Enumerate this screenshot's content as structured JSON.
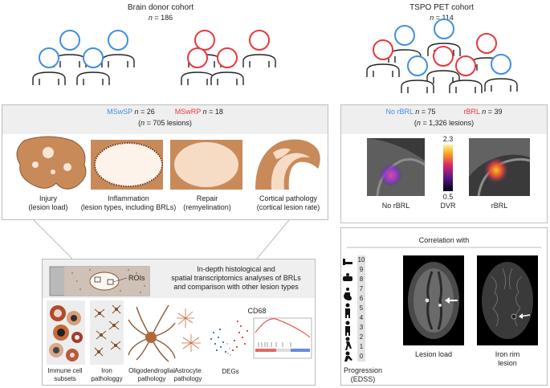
{
  "left_cohort": {
    "title": "Brain donor cohort",
    "n_label": "n",
    "n_value": " = 186"
  },
  "right_cohort": {
    "title": "TSPO PET cohort",
    "n_label": "n",
    "n_value": " = 114"
  },
  "left_panel": {
    "group1": "MSwSP",
    "group1_n": " = 26",
    "group2": "MSwRP",
    "group2_n": " = 18",
    "n_label": "n",
    "lesions_open": "(",
    "lesions_rest": " = 705 lesions)",
    "cards": [
      {
        "line1": "Injury",
        "line2": "(lesion load)"
      },
      {
        "line1": "Inflammation",
        "line2": "(lesion types, including BRLs)"
      },
      {
        "line1": "Repair",
        "line2": "(remyelination)"
      },
      {
        "line1": "Cortical pathology",
        "line2": "(cortical lesion rate)"
      }
    ]
  },
  "right_panel": {
    "group1": "No rBRL",
    "group1_n": " = 75",
    "group2": "rBRL",
    "group2_n": " = 39",
    "n_label": "n",
    "lesions_open": "(",
    "lesions_rest": " = 1,326 lesions)",
    "scale_max": "2.3",
    "scale_min": "0.5",
    "scale_label": "DVR",
    "img1_label": "No rBRL",
    "img2_label": "rBRL"
  },
  "bottom_left": {
    "rois_label": "ROIs",
    "desc_line1": "In-depth histological and",
    "desc_line2": "spatial transcriptomics analyses of BRLs",
    "desc_line3": "and comparison with other lesion types",
    "items": [
      {
        "line1": "Immune cell",
        "line2": "subsets"
      },
      {
        "line1": "Iron",
        "line2": "pathologgy"
      },
      {
        "line1": "Oligodendroglial",
        "line2": "pathology"
      },
      {
        "line1": "Astrocyte",
        "line2": "pathology"
      }
    ],
    "cd68_title": "CD68",
    "degs_label": "DEGs"
  },
  "bottom_right": {
    "title": "Correlation with",
    "edss_scale": [
      "10",
      "9",
      "8",
      "7",
      "6",
      "5",
      "4",
      "3",
      "2",
      "1",
      "0"
    ],
    "progression_line1": "Progression",
    "progression_line2": "(EDSS)",
    "img1_label": "Lesion load",
    "img2_line1": "Iron rim",
    "img2_line2": "lesion"
  },
  "colors": {
    "blue": "#3f8fe0",
    "red": "#e8383d",
    "tissue": "#c98a5a"
  }
}
